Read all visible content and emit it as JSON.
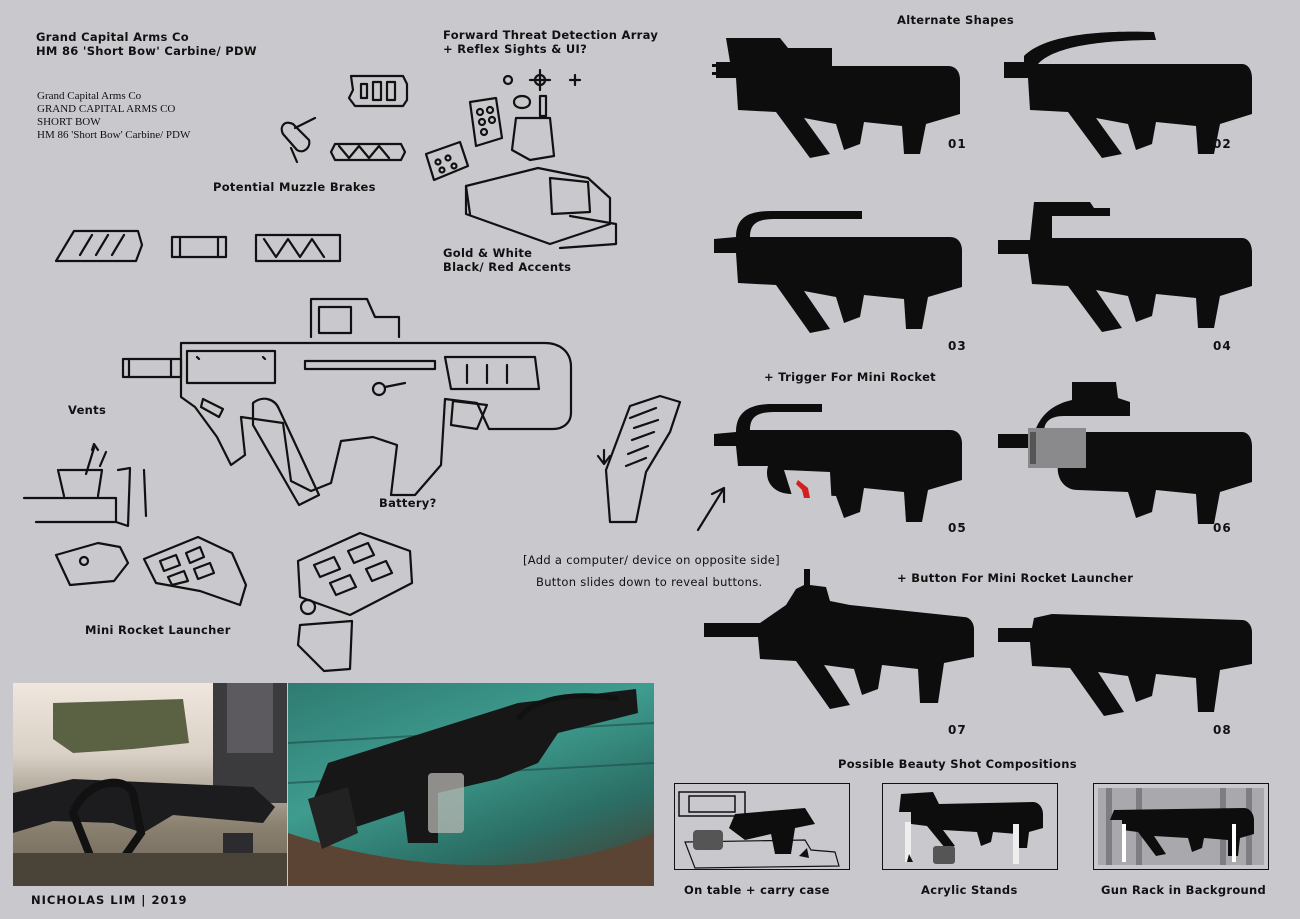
{
  "header": {
    "company": "Grand Capital Arms Co",
    "model": "HM 86 'Short Bow' Carbine/ PDW",
    "logo_lines": [
      "Grand Capital Arms Co",
      "GRAND CAPITAL  ARMS CO",
      "SHORT BOW",
      "HM 86 'Short Bow' Carbine/ PDW"
    ]
  },
  "notes": {
    "muzzle_brakes": "Potential Muzzle Brakes",
    "threat_array_1": "Forward Threat Detection Array",
    "threat_array_2": "+ Reflex Sights & UI?",
    "colors_1": "Gold & White",
    "colors_2": "Black/ Red Accents",
    "vents": "Vents",
    "battery": "Battery?",
    "rocket_launcher": "Mini Rocket Launcher",
    "computer_note": "[Add a computer/ device on opposite side]",
    "button_note": "Button slides down to reveal buttons."
  },
  "alternates": {
    "title": "Alternate Shapes",
    "trigger_note": "+ Trigger For Mini Rocket",
    "button_note": "+ Button For Mini Rocket Launcher",
    "labels": [
      "01",
      "02",
      "03",
      "04",
      "05",
      "06",
      "07",
      "08"
    ]
  },
  "beauty": {
    "title": "Possible Beauty Shot Compositions",
    "captions": [
      "On table + carry case",
      "Acrylic Stands",
      "Gun Rack in Background"
    ]
  },
  "footer": {
    "credit": "NICHOLAS LIM | 2019"
  },
  "colors": {
    "background": "#c9c8cd",
    "ink": "#111111",
    "accent_red": "#d21f1f"
  }
}
